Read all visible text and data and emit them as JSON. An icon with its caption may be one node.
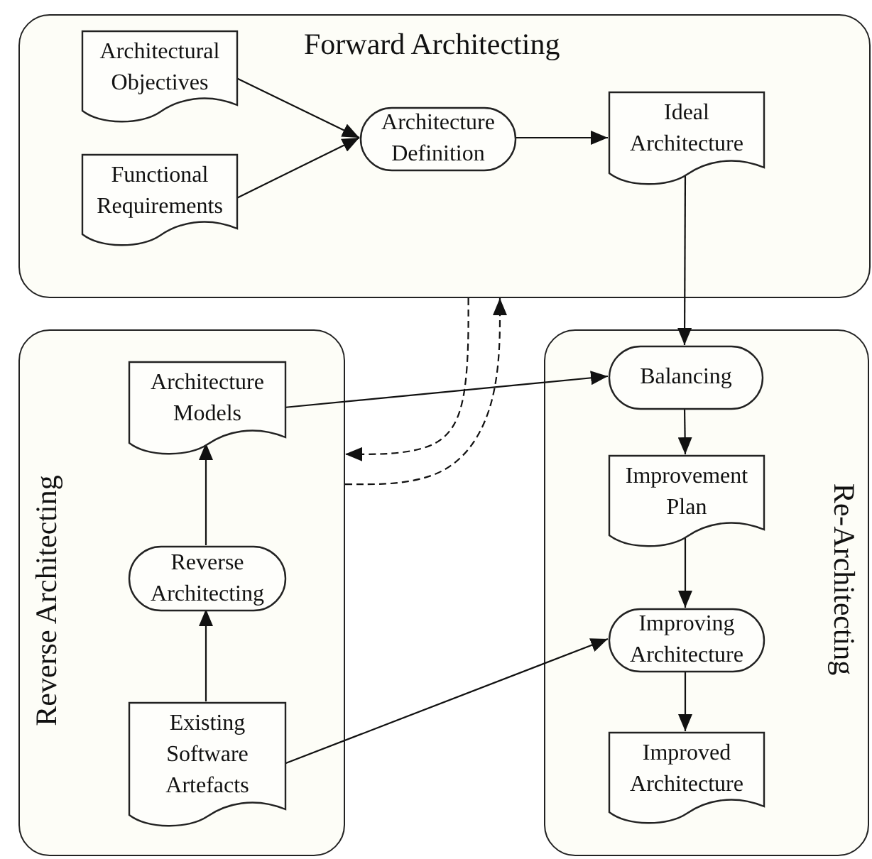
{
  "diagram": {
    "nodes": [
      {
        "text": [
          "Forward Architecting"
        ]
      },
      {
        "text": [
          "Architectural Objectives"
        ],
        "in": 0
      },
      {
        "text": [
          "Functional Requirements"
        ],
        "in": 0
      },
      {
        "text": [
          "Architecture Definition"
        ],
        "in": 0
      },
      {
        "text": [
          "Ideal Architecture"
        ],
        "in": 0
      },
      {
        "text": [
          "Reverse Architecting"
        ]
      },
      {
        "text": [
          "Architecture Models"
        ],
        "in": 5
      },
      {
        "text": [
          "Reverse Architecting"
        ],
        "in": 5
      },
      {
        "text": [
          "Existing Software Artefacts"
        ],
        "in": 5
      },
      {
        "text": [
          "Re-Architecting"
        ]
      },
      {
        "text": [
          "Balancing"
        ],
        "in": 9
      },
      {
        "text": [
          "Improvement Plan"
        ],
        "in": 9
      },
      {
        "text": [
          "Improving Architecture"
        ],
        "in": 9
      },
      {
        "text": [
          "Improved Architecture"
        ],
        "in": 9
      }
    ],
    "edges": [
      {
        "from": 1,
        "to": 3,
        "arrow": "to"
      },
      {
        "from": 2,
        "to": 3,
        "arrow": "to"
      },
      {
        "from": 3,
        "to": 4,
        "arrow": "to"
      },
      {
        "from": 4,
        "to": 10,
        "arrow": "to"
      },
      {
        "from": 6,
        "to": 10,
        "arrow": "to"
      },
      {
        "from": 10,
        "to": 11,
        "arrow": "to"
      },
      {
        "from": 11,
        "to": 12,
        "arrow": "to"
      },
      {
        "from": 12,
        "to": 13,
        "arrow": "to"
      },
      {
        "from": 8,
        "to": 7,
        "arrow": "to"
      },
      {
        "from": 7,
        "to": 6,
        "arrow": "to"
      },
      {
        "from": 8,
        "to": 12,
        "arrow": "to"
      },
      {
        "from": 0,
        "to": 5,
        "arrow": "to",
        "style": "dashed"
      },
      {
        "from": 5,
        "to": 0,
        "arrow": "to",
        "style": "dashed"
      }
    ]
  }
}
